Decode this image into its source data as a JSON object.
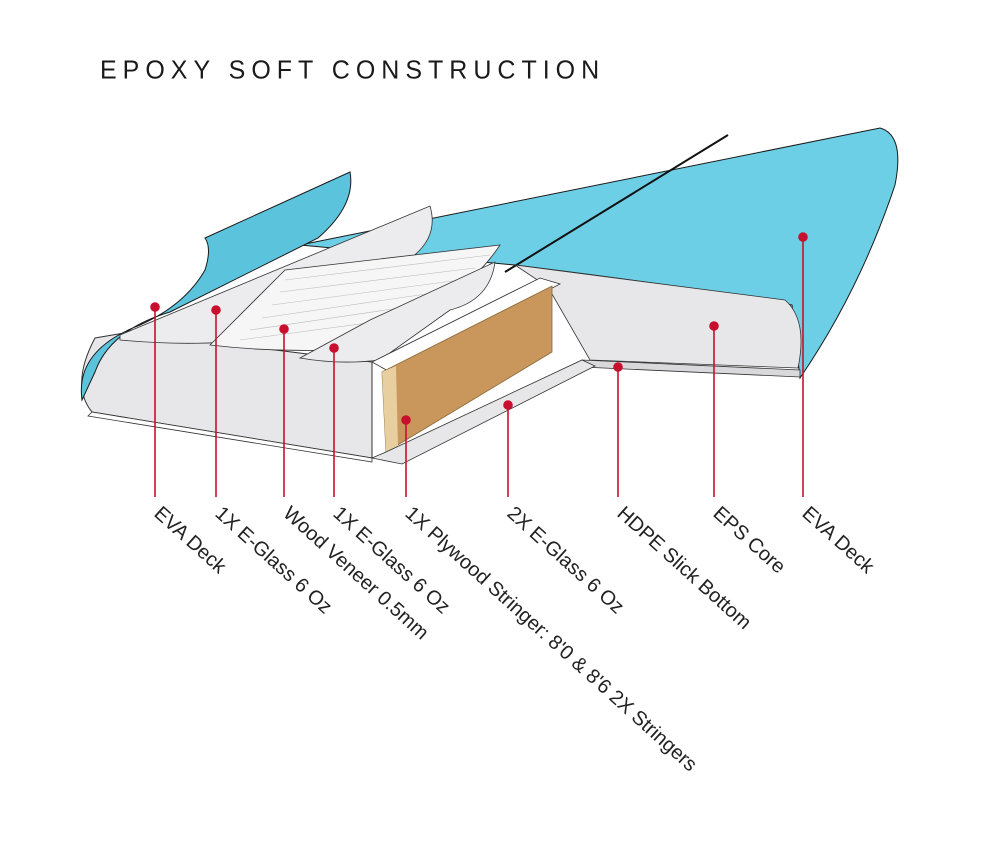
{
  "title": "EPOXY SOFT CONSTRUCTION",
  "colors": {
    "deck": "#6dcfe6",
    "accent": "#c8102e",
    "wood": "#c9965c",
    "core": "#e7e7e9"
  },
  "labels": [
    "EVA Deck",
    "1X E-Glass 6 Oz",
    "Wood Veneer 0.5mm",
    "1X E-Glass 6 Oz",
    "1X Plywood Stringer: 8'0 & 8'6 2X Stringers",
    "2X E-Glass 6 Oz",
    "HDPE Slick Bottom",
    "EPS Core",
    "EVA Deck"
  ]
}
